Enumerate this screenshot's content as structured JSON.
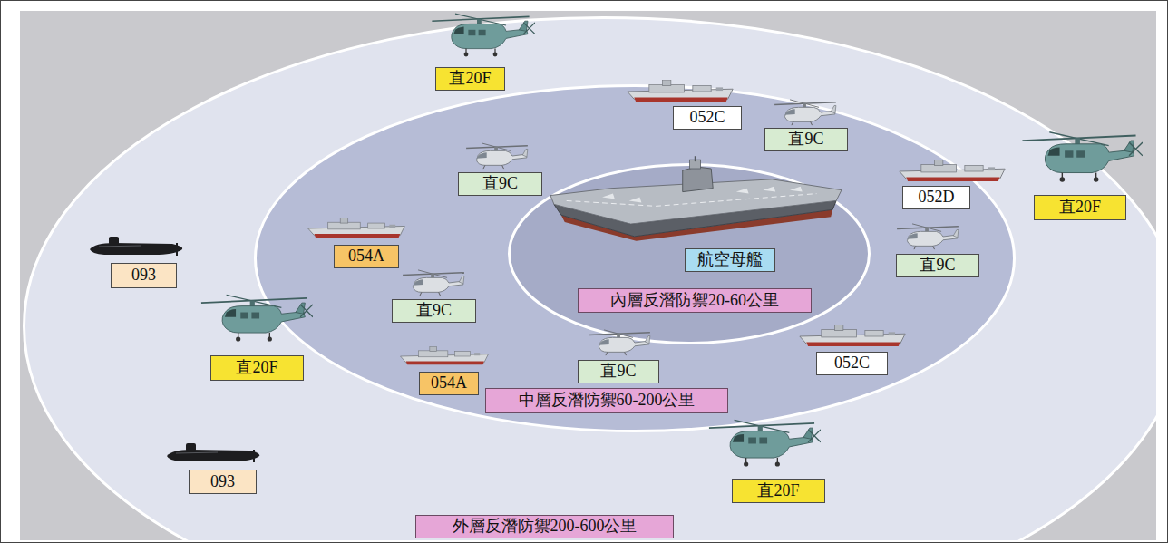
{
  "diagram": {
    "nodes": [
      {
        "text": [
          "外層反潛防禦200-600公里"
        ]
      },
      {
        "text": [
          "中層反潛防禦60-200公里"
        ],
        "in": 0
      },
      {
        "text": [
          "內層反潛防禦20-60公里"
        ],
        "in": 1
      },
      {
        "text": [
          "直20F"
        ],
        "in": 0
      },
      {
        "text": [
          "052C"
        ],
        "in": 1
      },
      {
        "text": [
          "直9C"
        ],
        "in": 1
      },
      {
        "text": [
          "直9C"
        ],
        "in": 1
      },
      {
        "text": [
          "052D"
        ],
        "in": 1
      },
      {
        "text": [
          "直20F"
        ],
        "in": 0
      },
      {
        "text": [
          "054A"
        ],
        "in": 1
      },
      {
        "text": [
          "航空母艦"
        ],
        "in": 2
      },
      {
        "text": [
          "直9C"
        ],
        "in": 1
      },
      {
        "text": [
          "093"
        ],
        "in": 0
      },
      {
        "text": [
          "直9C"
        ],
        "in": 1
      },
      {
        "text": [
          "直20F"
        ],
        "in": 0
      },
      {
        "text": [
          "052C"
        ],
        "in": 1
      },
      {
        "text": [
          "直9C"
        ],
        "in": 1
      },
      {
        "text": [
          "054A"
        ],
        "in": 1
      },
      {
        "text": [
          "093"
        ],
        "in": 0
      },
      {
        "text": [
          "直20F"
        ],
        "in": 0
      }
    ]
  }
}
